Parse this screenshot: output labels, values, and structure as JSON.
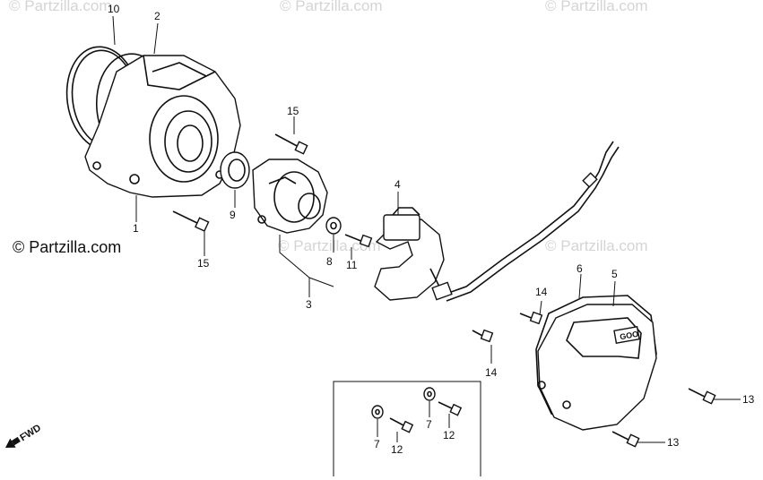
{
  "watermark": "© Partzilla.com",
  "credit": "© Partzilla.com",
  "direction_label": "FWD",
  "callouts": {
    "c1": "1",
    "c2": "2",
    "c3": "3",
    "c4": "4",
    "c5": "5",
    "c6": "6",
    "c7a": "7",
    "c7b": "7",
    "c8": "8",
    "c9": "9",
    "c10": "10",
    "c11": "11",
    "c12a": "12",
    "c12b": "12",
    "c13a": "13",
    "c13b": "13",
    "c14a": "14",
    "c14b": "14",
    "c15a": "15",
    "c15b": "15"
  },
  "cover_badge": "GOO"
}
